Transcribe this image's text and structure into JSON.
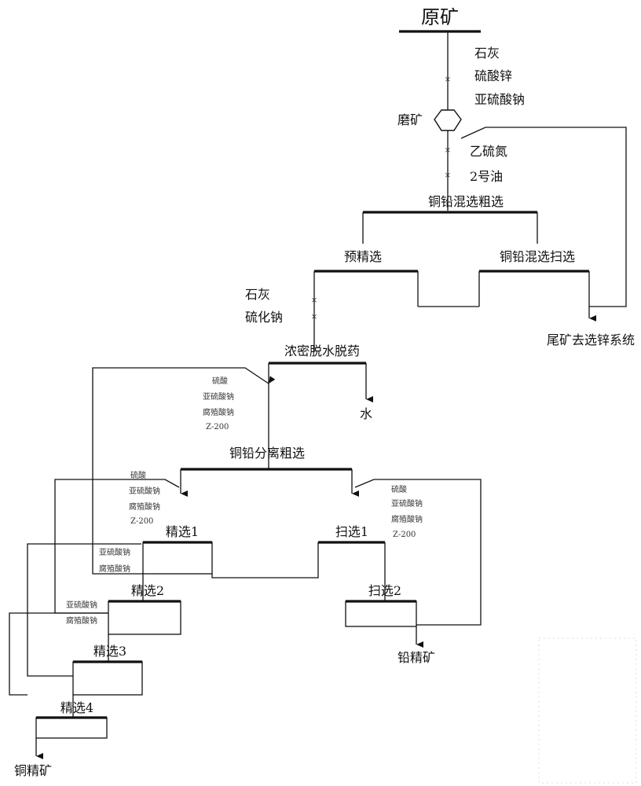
{
  "flowsheet": {
    "feed": "原矿",
    "grinding": "磨矿",
    "reagents_grind": [
      "石灰",
      "硫酸锌",
      "亚硫酸钠"
    ],
    "reagents_rough": [
      "乙硫氮",
      "2号油"
    ],
    "stage_mix_rough": "铜铅混选粗选",
    "stage_pre_clean": "预精选",
    "stage_mix_scav": "铜铅混选扫选",
    "tailing_out": "尾矿去选锌系统",
    "reagents_thicken": [
      "石灰",
      "硫化钠"
    ],
    "stage_thicken": "浓密脱水脱药",
    "water_out": "水",
    "reagents_sep_rough": [
      "硫酸",
      "亚硫酸钠",
      "腐殖酸钠",
      "Z-200"
    ],
    "stage_sep_rough": "铜铅分离粗选",
    "reagents_clean1": [
      "硫酸",
      "亚硫酸钠",
      "腐殖酸钠",
      "Z-200"
    ],
    "reagents_scav1": [
      "硫酸",
      "亚硫酸钠",
      "腐殖酸钠",
      "Z-200"
    ],
    "stage_clean1": "精选1",
    "stage_scav1": "扫选1",
    "reagents_clean2": [
      "亚硫酸钠",
      "腐殖酸钠"
    ],
    "stage_clean2": "精选2",
    "stage_scav2": "扫选2",
    "reagents_clean3": [
      "亚硫酸钠",
      "腐殖酸钠"
    ],
    "stage_clean3": "精选3",
    "lead_out": "铅精矿",
    "stage_clean4": "精选4",
    "copper_out": "铜精矿"
  }
}
